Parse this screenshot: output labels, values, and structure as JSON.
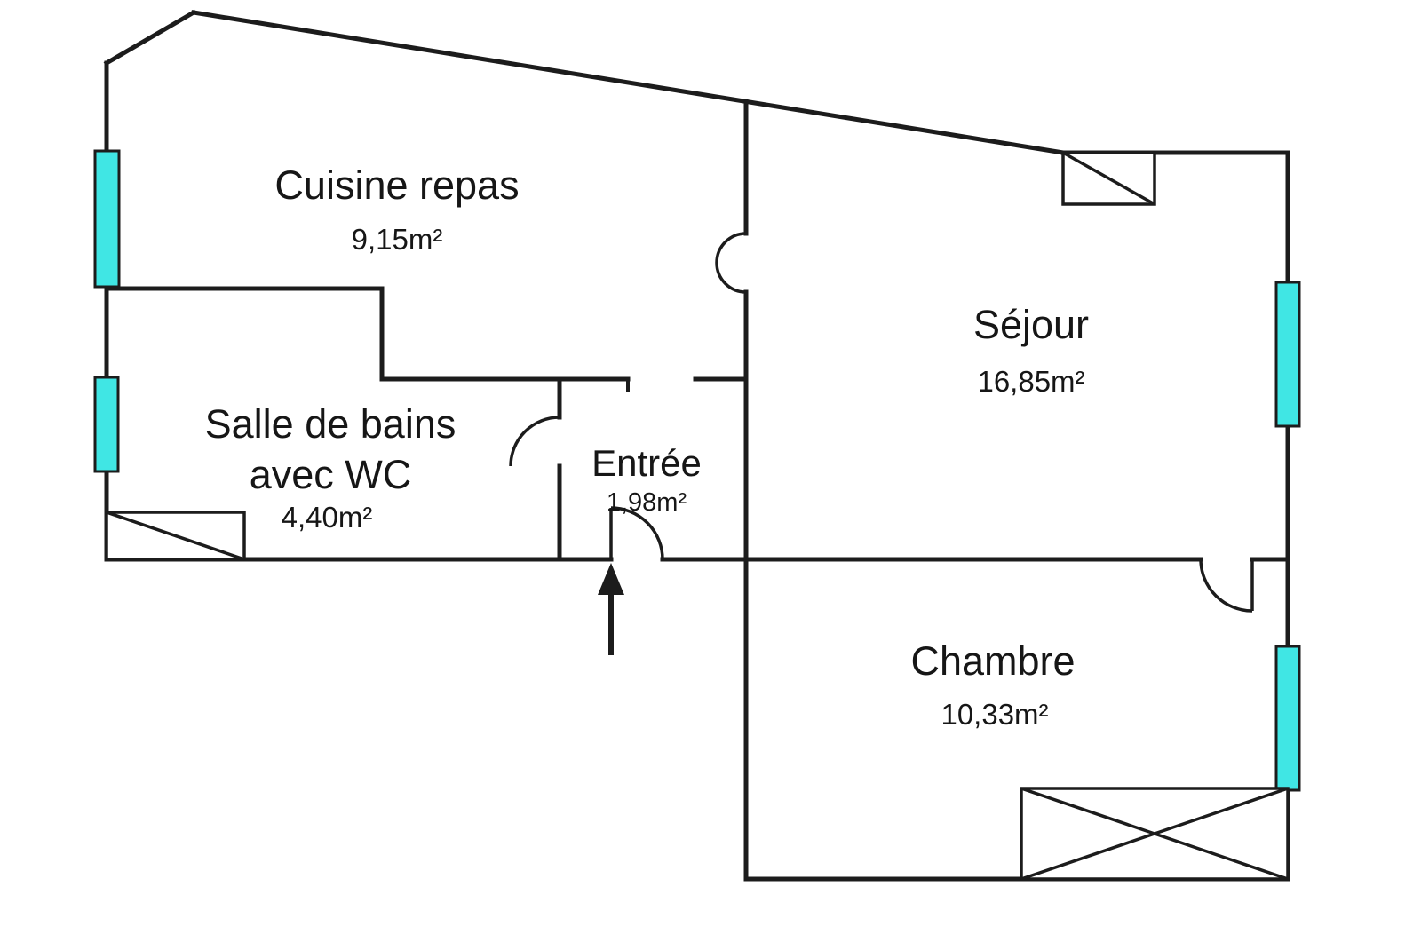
{
  "colors": {
    "wall": "#1c1c1c",
    "window": "#40e6e4",
    "background": "#ffffff"
  },
  "rooms": {
    "cuisine": {
      "name": "Cuisine repas",
      "area": "9,15m²"
    },
    "sejour": {
      "name": "Séjour",
      "area": "16,85m²"
    },
    "salle_de_bains": {
      "name_line1": "Salle de bains",
      "name_line2": "avec WC",
      "area": "4,40m²"
    },
    "entree": {
      "name": "Entrée",
      "area": "1,98m²"
    },
    "chambre": {
      "name": "Chambre",
      "area": "10,33m²"
    }
  }
}
